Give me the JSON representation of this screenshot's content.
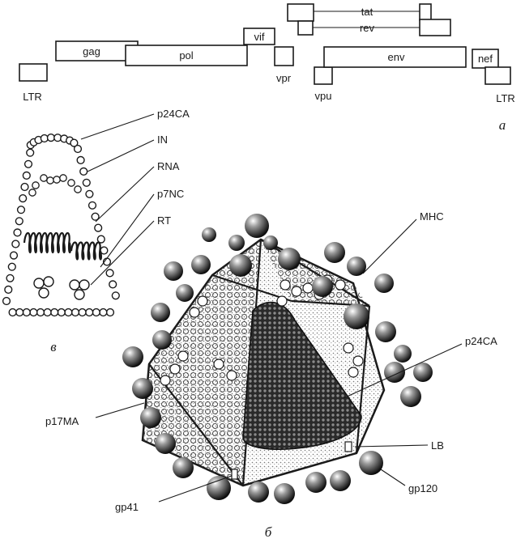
{
  "genome_map": {
    "genes": {
      "gag": "gag",
      "pol": "pol",
      "vif": "vif",
      "vpr": "vpr",
      "vpu": "vpu",
      "env": "env",
      "nef": "nef",
      "tat": "tat",
      "rev": "rev",
      "ltr_left": "LTR",
      "ltr_right": "LTR"
    },
    "panel_label": "a"
  },
  "capsid_detail": {
    "labels": {
      "p24ca": "p24CA",
      "in": "IN",
      "rna": "RNA",
      "p7nc": "p7NC",
      "rt": "RT"
    },
    "panel_label": "в"
  },
  "virion": {
    "labels": {
      "mhc": "MHC",
      "p24ca": "p24CA",
      "p17ma": "p17MA",
      "lb": "LB",
      "gp120": "gp120",
      "gp41": "gp41"
    },
    "panel_label": "б"
  },
  "colors": {
    "ink": "#1a1a1a",
    "paper": "#ffffff",
    "shade": "#6a6a6a"
  }
}
